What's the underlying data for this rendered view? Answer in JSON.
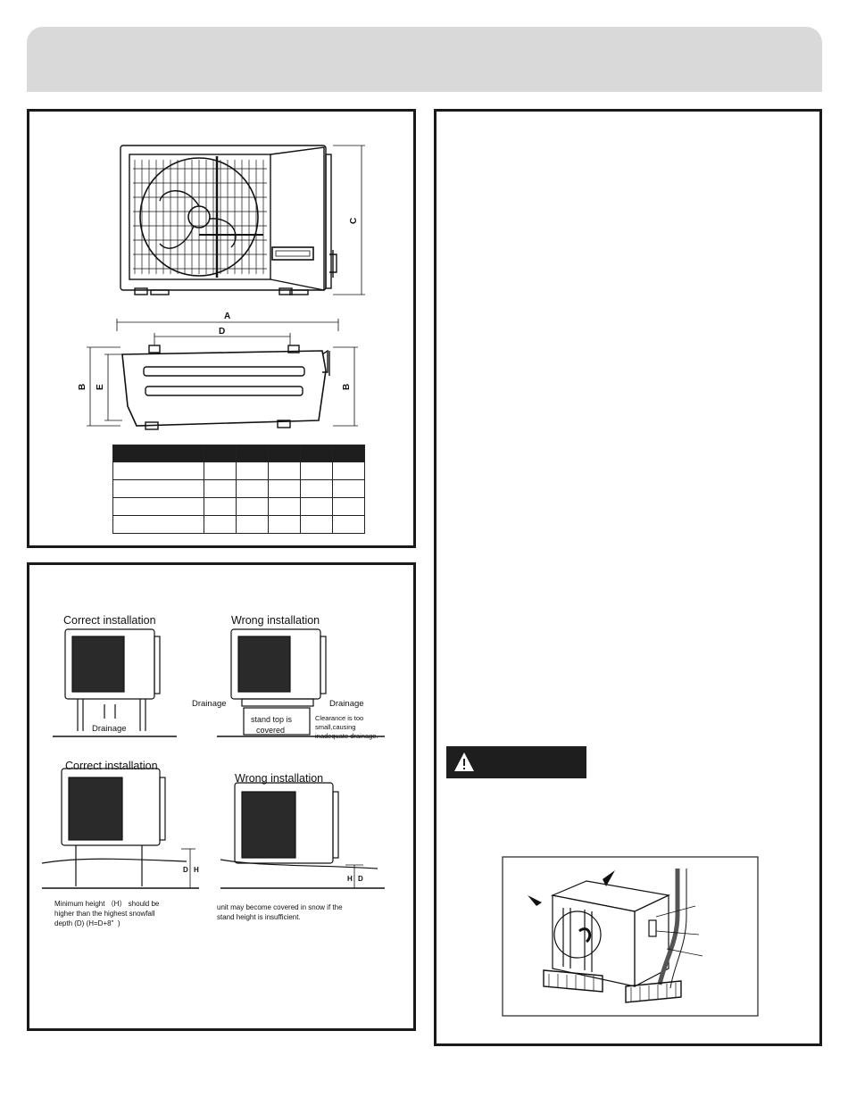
{
  "dimensions_figure": {
    "labels": {
      "a": "A",
      "b": "B",
      "c": "C",
      "d": "D",
      "e": "E"
    }
  },
  "location_figure": {
    "correct_installation_label": "Correct installation",
    "wrong_installation_label": "Wrong installation",
    "drainage_label": "Drainage",
    "stand_top_line1": "stand top is",
    "stand_top_line2": "covered",
    "clearance_line1": "Clearance is too",
    "clearance_line2": "small,causing",
    "clearance_line3": "inadequate drainage.",
    "height_marks": {
      "h": "H",
      "d": "D"
    },
    "min_height_line1": "Minimum height （H） should be",
    "min_height_line2": "higher than the highest snowfall",
    "min_height_line3": "depth (D) (H=D+8\"  )",
    "snow_note_line1": "unit may become covered in snow if the",
    "snow_note_line2": "stand height is insufficient."
  },
  "warning": {
    "icon": "warning-triangle-icon"
  }
}
